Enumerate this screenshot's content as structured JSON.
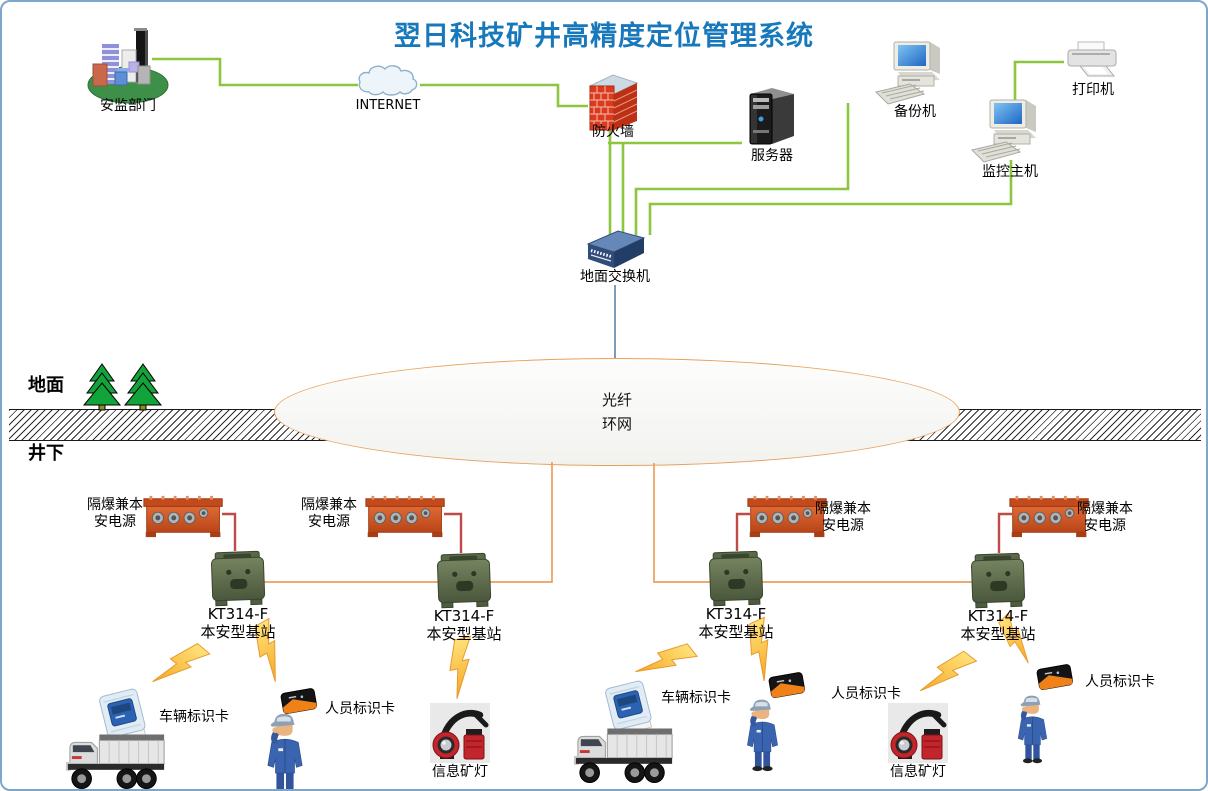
{
  "title": {
    "text": "翌日科技矿井高精度定位管理系统"
  },
  "colors": {
    "title_blue": "#1878BC",
    "ethernet_line_green": "#8CC63E",
    "fiber_line_orange": "#E8A15D",
    "power_line_red": "#BE4B48",
    "uplink_line_blue": "#4E7A9E",
    "lightning_yellow": "#FFCE3E"
  },
  "surface_nodes": [
    {
      "id": "safety-dept",
      "label": "安监部门",
      "icon": "buildings-icon"
    },
    {
      "id": "internet",
      "label": "INTERNET",
      "icon": "cloud-icon"
    },
    {
      "id": "firewall",
      "label": "防火墙",
      "icon": "firewall-brick-icon"
    },
    {
      "id": "server",
      "label": "服务器",
      "icon": "server-tower-icon"
    },
    {
      "id": "backup",
      "label": "备份机",
      "icon": "desktop-computer-icon"
    },
    {
      "id": "printer",
      "label": "打印机",
      "icon": "printer-icon"
    },
    {
      "id": "monitor-host",
      "label": "监控主机",
      "icon": "desktop-computer-icon"
    },
    {
      "id": "surface-switch",
      "label": "地面交换机",
      "icon": "network-switch-icon"
    }
  ],
  "zones": {
    "surface_label": "地面",
    "underground_label": "井下"
  },
  "ring_network": {
    "line1": "光纤",
    "line2": "环网"
  },
  "groups": [
    {
      "power_label_line1": "隔爆兼本",
      "power_label_line2": "安电源",
      "station_model": "KT314-F",
      "station_type": "本安型基站",
      "devices": [
        {
          "type": "vehicle-tag",
          "label": "车辆标识卡",
          "icon": "vehicle-tag-icon"
        },
        {
          "type": "person-tag",
          "label": "人员标识卡",
          "icon": "person-tag-icon"
        }
      ]
    },
    {
      "power_label_line1": "隔爆兼本",
      "power_label_line2": "安电源",
      "station_model": "KT314-F",
      "station_type": "本安型基站",
      "devices": [
        {
          "type": "miner-lamp",
          "label": "信息矿灯",
          "icon": "miner-lamp-icon"
        }
      ]
    },
    {
      "power_label_line1": "隔爆兼本",
      "power_label_line2": "安电源",
      "station_model": "KT314-F",
      "station_type": "本安型基站",
      "devices": [
        {
          "type": "vehicle-tag",
          "label": "车辆标识卡",
          "icon": "vehicle-tag-icon"
        },
        {
          "type": "person-tag",
          "label": "人员标识卡",
          "icon": "person-tag-icon"
        }
      ]
    },
    {
      "power_label_line1": "隔爆兼本",
      "power_label_line2": "安电源",
      "station_model": "KT314-F",
      "station_type": "本安型基站",
      "devices": [
        {
          "type": "miner-lamp",
          "label": "信息矿灯",
          "icon": "miner-lamp-icon"
        },
        {
          "type": "person-tag",
          "label": "人员标识卡",
          "icon": "person-tag-icon"
        }
      ]
    }
  ]
}
